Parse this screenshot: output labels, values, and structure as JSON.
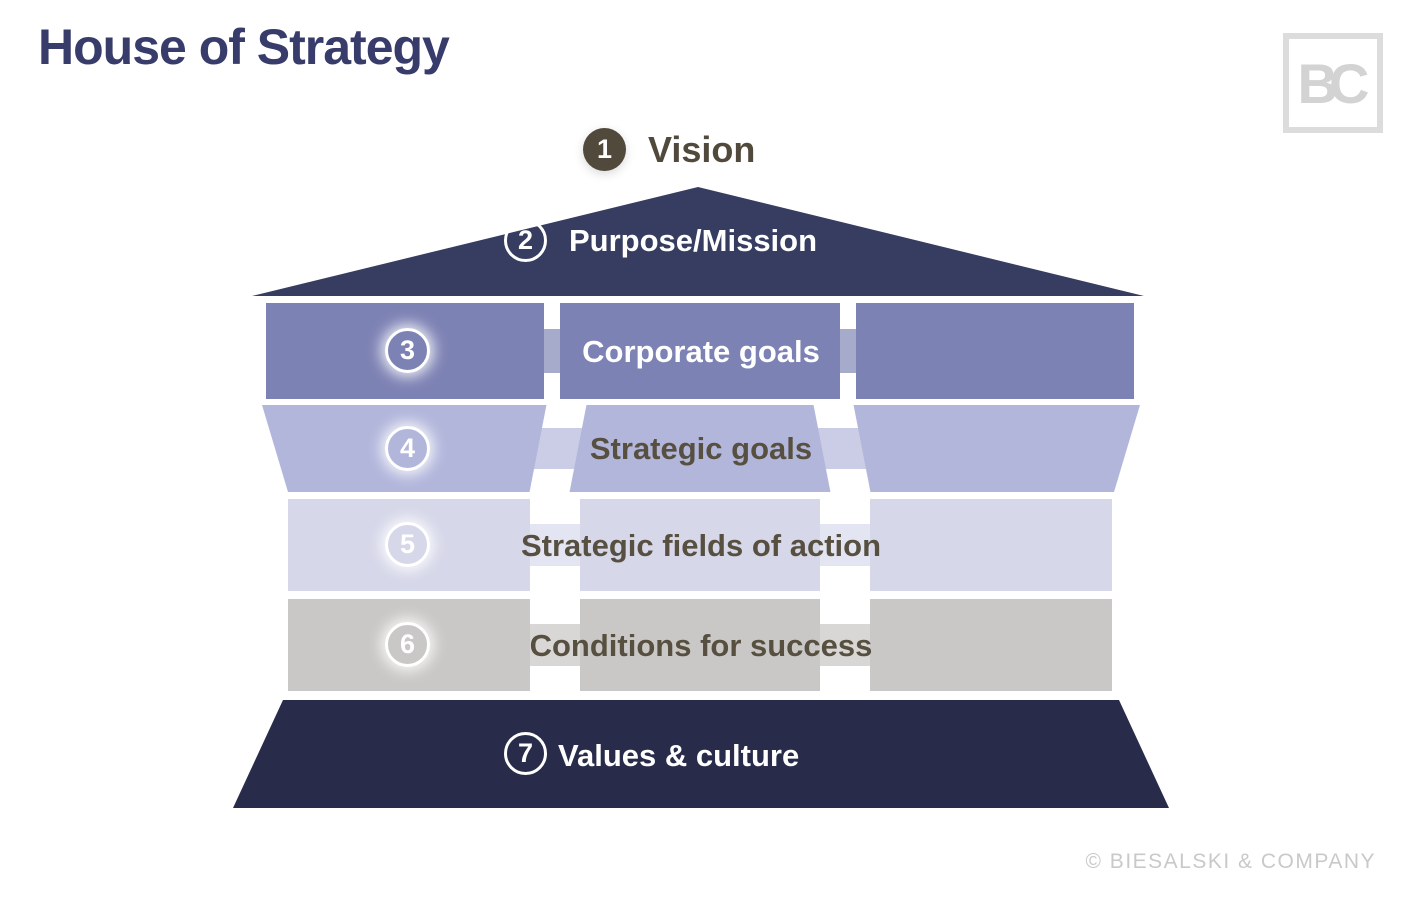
{
  "page": {
    "title": "House of Strategy",
    "logo_text": "BC",
    "copyright": "© BIESALSKI & COMPANY"
  },
  "levels": [
    {
      "number": "1",
      "label": "Vision"
    },
    {
      "number": "2",
      "label": "Purpose/Mission"
    },
    {
      "number": "3",
      "label": "Corporate goals"
    },
    {
      "number": "4",
      "label": "Strategic goals"
    },
    {
      "number": "5",
      "label": "Strategic fields of action"
    },
    {
      "number": "6",
      "label": "Conditions for success"
    },
    {
      "number": "7",
      "label": "Values & culture"
    }
  ],
  "colors": {
    "title": "#383c6b",
    "roof": "#373c61",
    "band3": "#7d82b4",
    "band3_tint": "#a6aacb",
    "band4": "#b2b6db",
    "band4_tint": "#cbcde7",
    "band5": "#d6d7e9",
    "band5_tint": "#e4e5f2",
    "band6": "#c9c8c6",
    "band6_tint": "#d8d7d5",
    "band7": "#282c4a",
    "vision_circle": "#50493c",
    "dark_text": "#575041",
    "light_text": "#ffffff",
    "copyright_text": "#c9c9c9",
    "logo_grey": "#d3d3d3"
  }
}
